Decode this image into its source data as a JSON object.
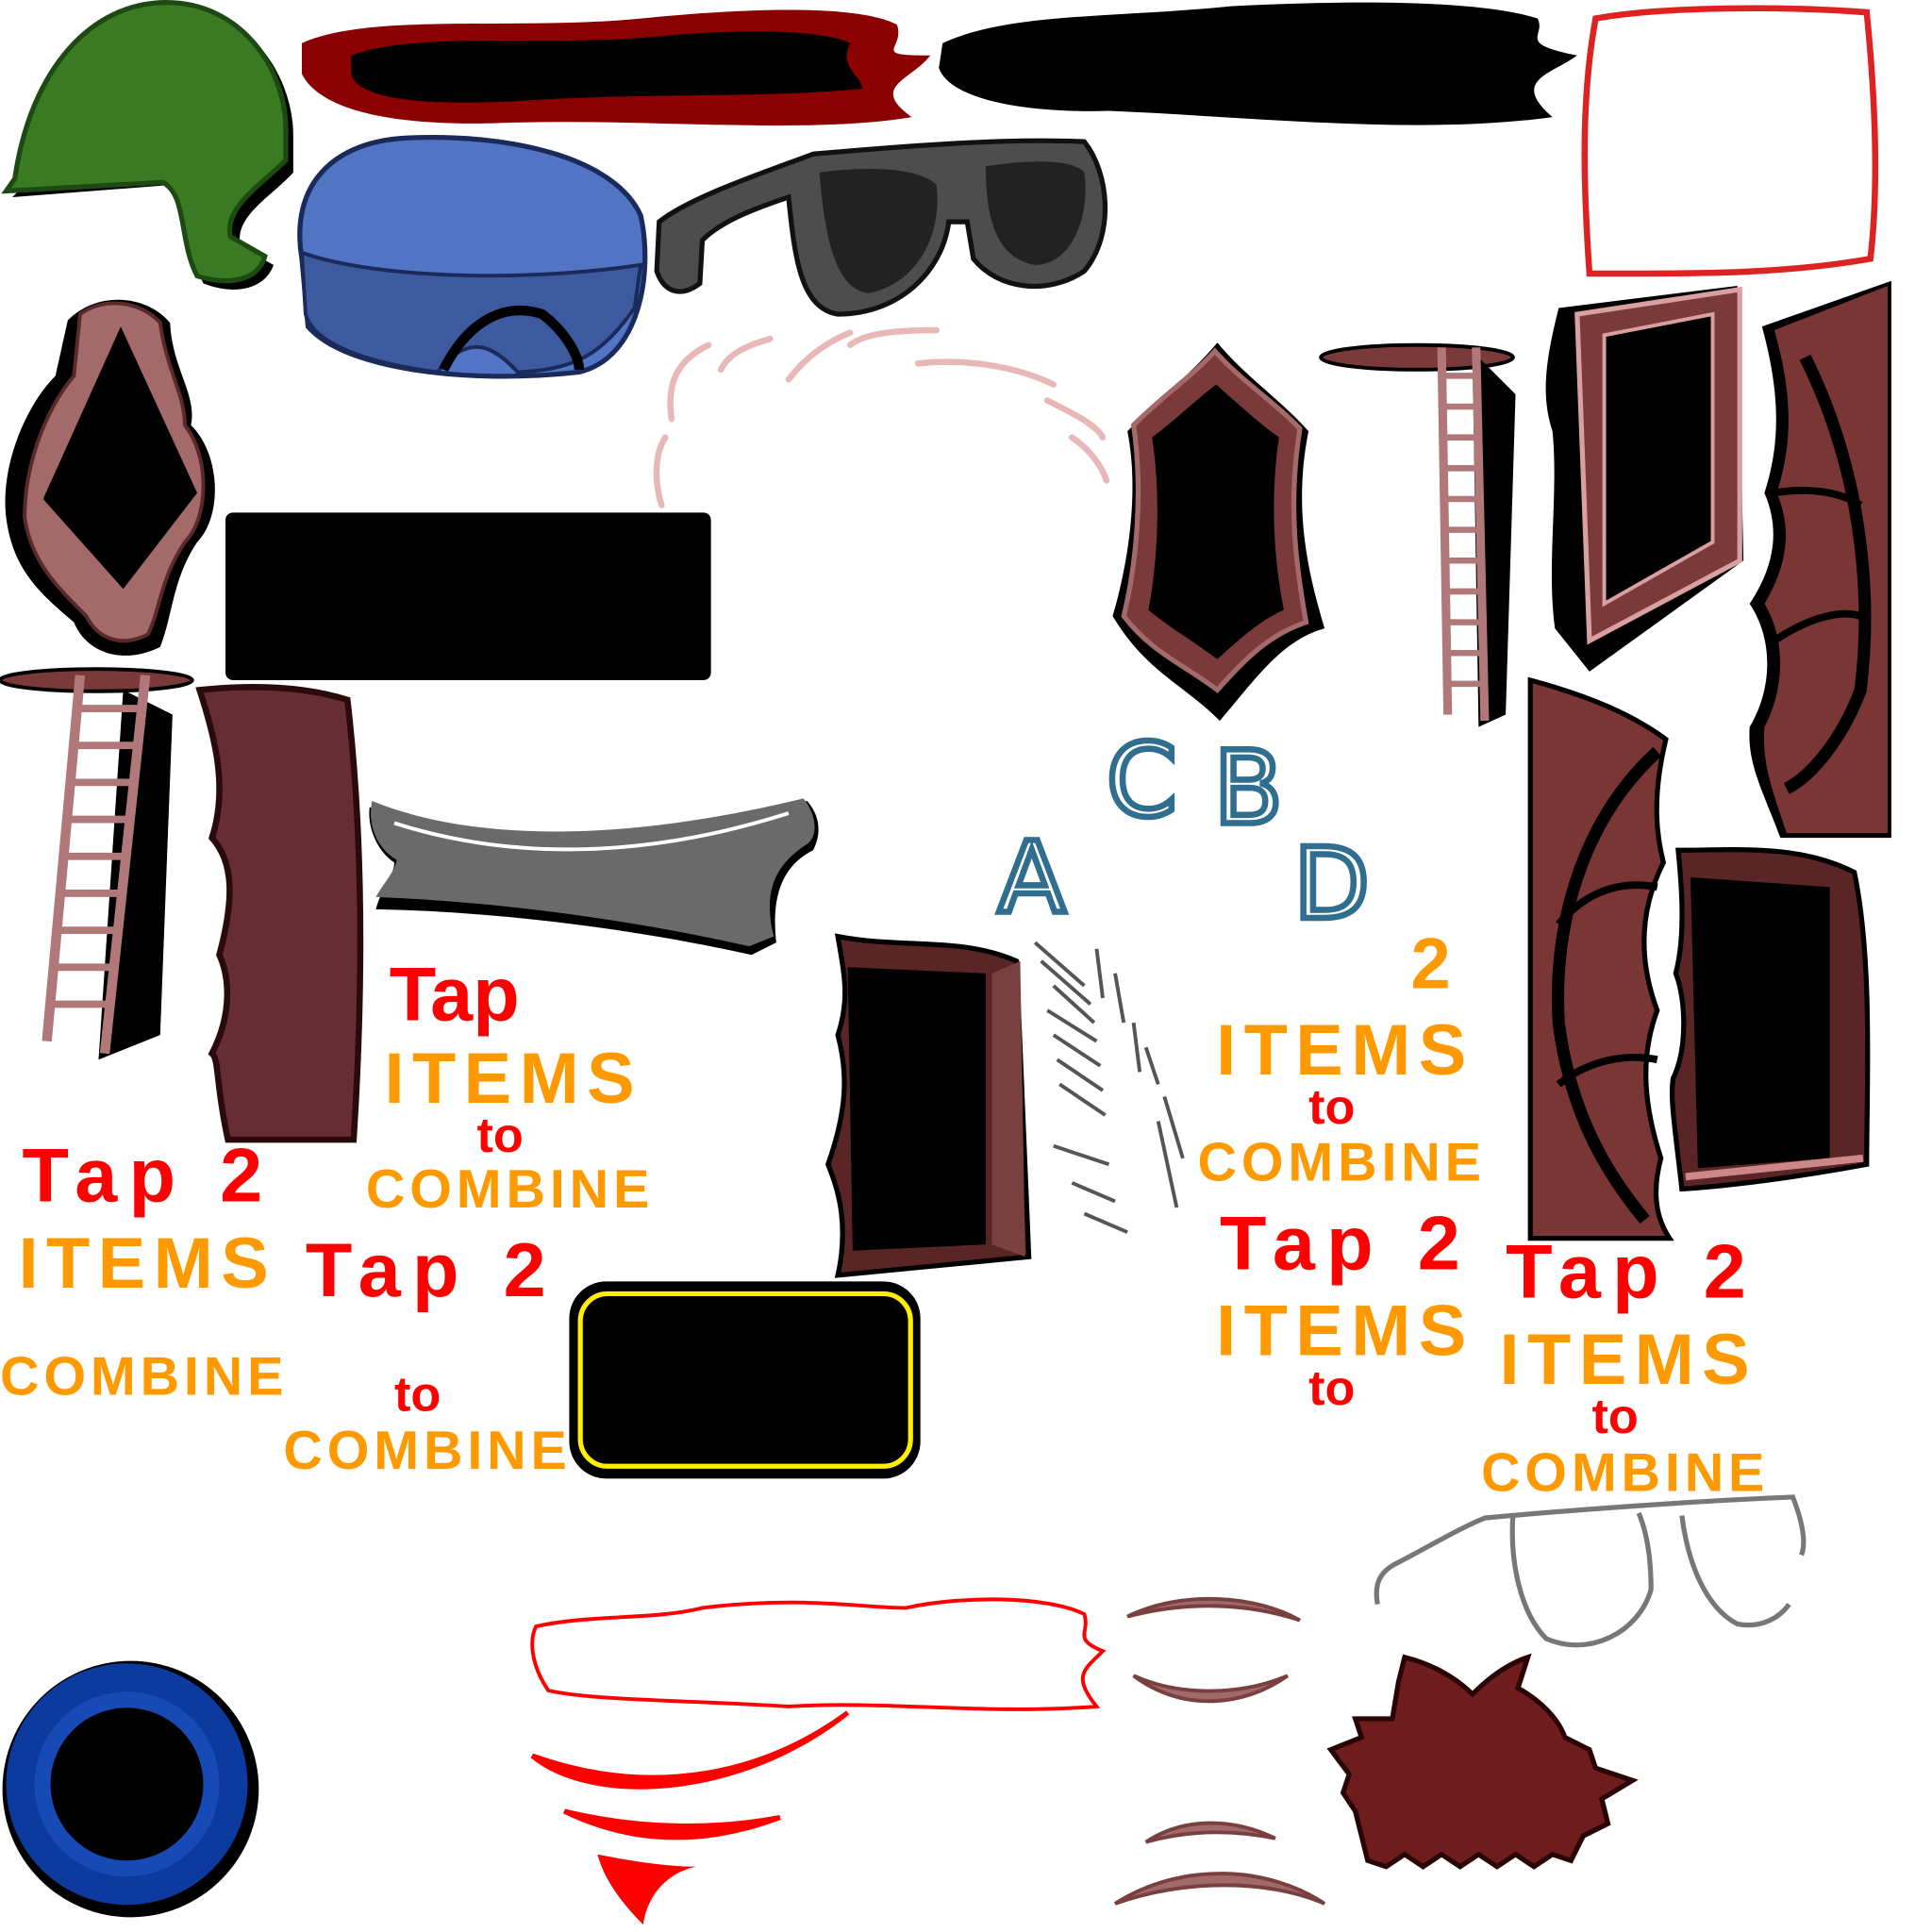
{
  "sheet": {
    "type": "sprite-atlas",
    "background": "#ffffff"
  },
  "labels": {
    "tap": "Tap",
    "tap2": "Tap 2",
    "two": "2",
    "items": "ITEMS",
    "to": "to",
    "combine": "COMBINE"
  },
  "letters": [
    "A",
    "B",
    "C",
    "D"
  ],
  "colors": {
    "text_red": "#ff0000",
    "text_orange": "#ff9900",
    "helmet_green": "#3a7a22",
    "beanie_blue": "#5274c4",
    "frame_brown": "#7a3535",
    "frame_pink": "#a46a6a",
    "letter_blue": "#2f6e8e",
    "ring_blue": "#0d3a9e",
    "button_yellow": "#ffee00",
    "hair_brown": "#6e1c1c"
  }
}
